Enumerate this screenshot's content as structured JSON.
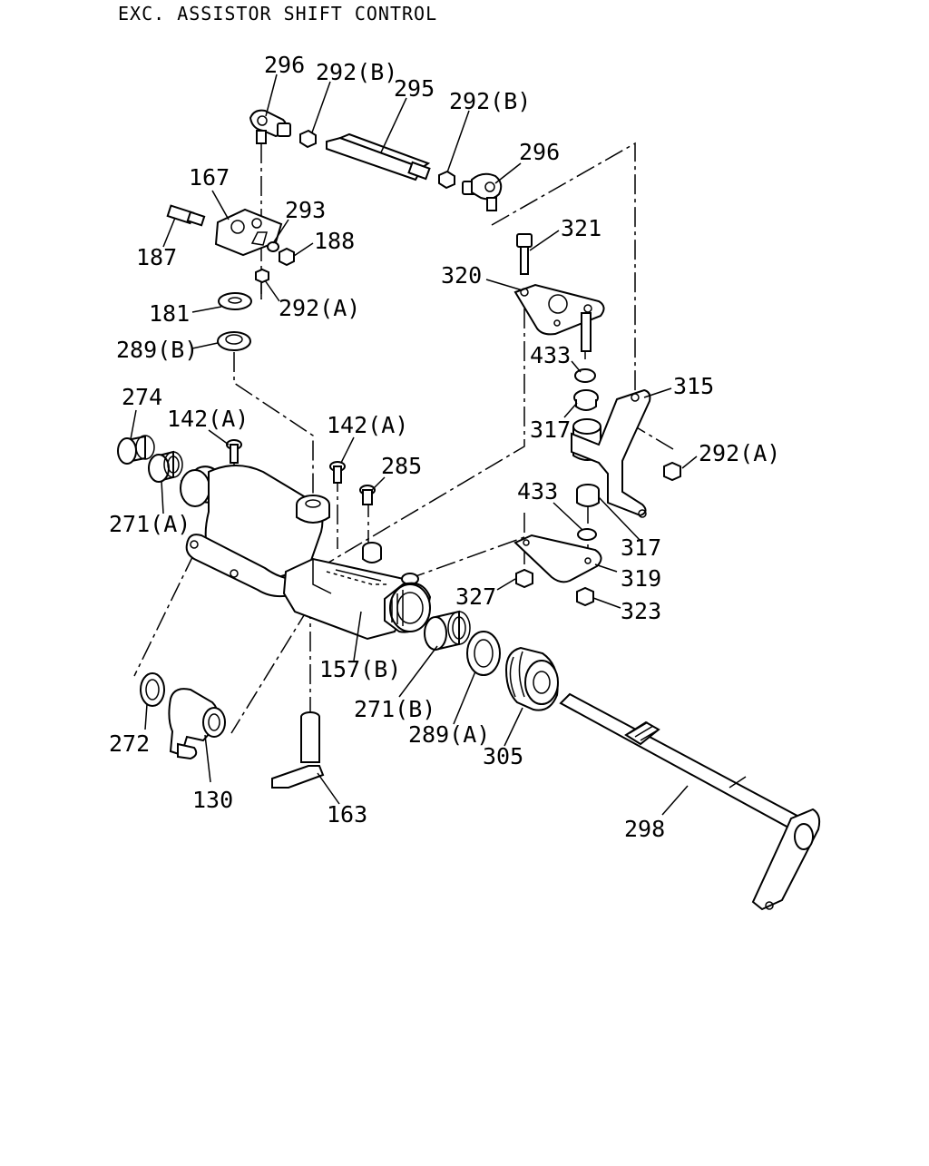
{
  "title": "EXC. ASSISTOR SHIFT CONTROL",
  "parts": [
    {
      "id": "296-top",
      "label": "296"
    },
    {
      "id": "292b-left",
      "label": "292(B)"
    },
    {
      "id": "295",
      "label": "295"
    },
    {
      "id": "292b-right",
      "label": "292(B)"
    },
    {
      "id": "296-right",
      "label": "296"
    },
    {
      "id": "167",
      "label": "167"
    },
    {
      "id": "293",
      "label": "293"
    },
    {
      "id": "188",
      "label": "188"
    },
    {
      "id": "187",
      "label": "187"
    },
    {
      "id": "181",
      "label": "181"
    },
    {
      "id": "292a-top",
      "label": "292(A)"
    },
    {
      "id": "289b",
      "label": "289(B)"
    },
    {
      "id": "321",
      "label": "321"
    },
    {
      "id": "320",
      "label": "320"
    },
    {
      "id": "433-top",
      "label": "433"
    },
    {
      "id": "315",
      "label": "315"
    },
    {
      "id": "317-top",
      "label": "317"
    },
    {
      "id": "292a-right",
      "label": "292(A)"
    },
    {
      "id": "274",
      "label": "274"
    },
    {
      "id": "142a-left",
      "label": "142(A)"
    },
    {
      "id": "142a-right",
      "label": "142(A)"
    },
    {
      "id": "285",
      "label": "285"
    },
    {
      "id": "271a",
      "label": "271(A)"
    },
    {
      "id": "433-bottom",
      "label": "433"
    },
    {
      "id": "317-bottom",
      "label": "317"
    },
    {
      "id": "319",
      "label": "319"
    },
    {
      "id": "327",
      "label": "327"
    },
    {
      "id": "323",
      "label": "323"
    },
    {
      "id": "157b",
      "label": "157(B)"
    },
    {
      "id": "271b",
      "label": "271(B)"
    },
    {
      "id": "289a",
      "label": "289(A)"
    },
    {
      "id": "305",
      "label": "305"
    },
    {
      "id": "272",
      "label": "272"
    },
    {
      "id": "130",
      "label": "130"
    },
    {
      "id": "163",
      "label": "163"
    },
    {
      "id": "298",
      "label": "298"
    }
  ]
}
